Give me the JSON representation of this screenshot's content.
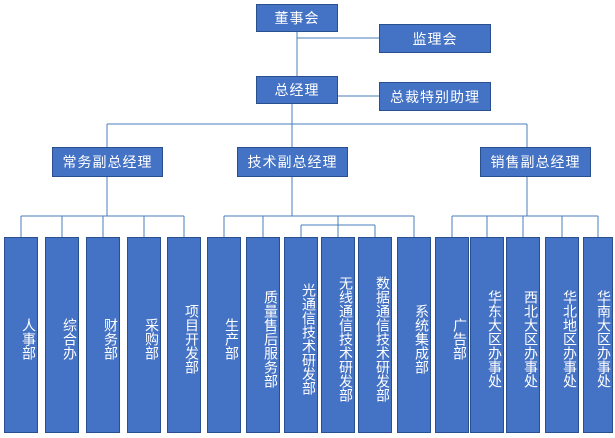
{
  "chairman": "董事会",
  "supervisory": "监理会",
  "gm": "总经理",
  "ceo_assistant": "总裁特别助理",
  "vps": [
    {
      "title": "常务副总经理",
      "depts": [
        "人事部",
        "综合办",
        "财务部",
        "采购部",
        "项目开发部"
      ]
    },
    {
      "title": "技术副总经理",
      "depts": [
        "生产部",
        "质量售后服务部",
        "光通信技术研发部",
        "无线通信技术研发部",
        "数据通信技术研发部",
        "系统集成部"
      ]
    },
    {
      "title": "销售副总经理",
      "depts": [
        "广告部",
        "华东大区办事处",
        "西北大区办事处",
        "华北地区办事处",
        "华南大区办事处"
      ]
    }
  ],
  "colors": {
    "box": "#4472c4",
    "line": "#4a7ebb"
  }
}
